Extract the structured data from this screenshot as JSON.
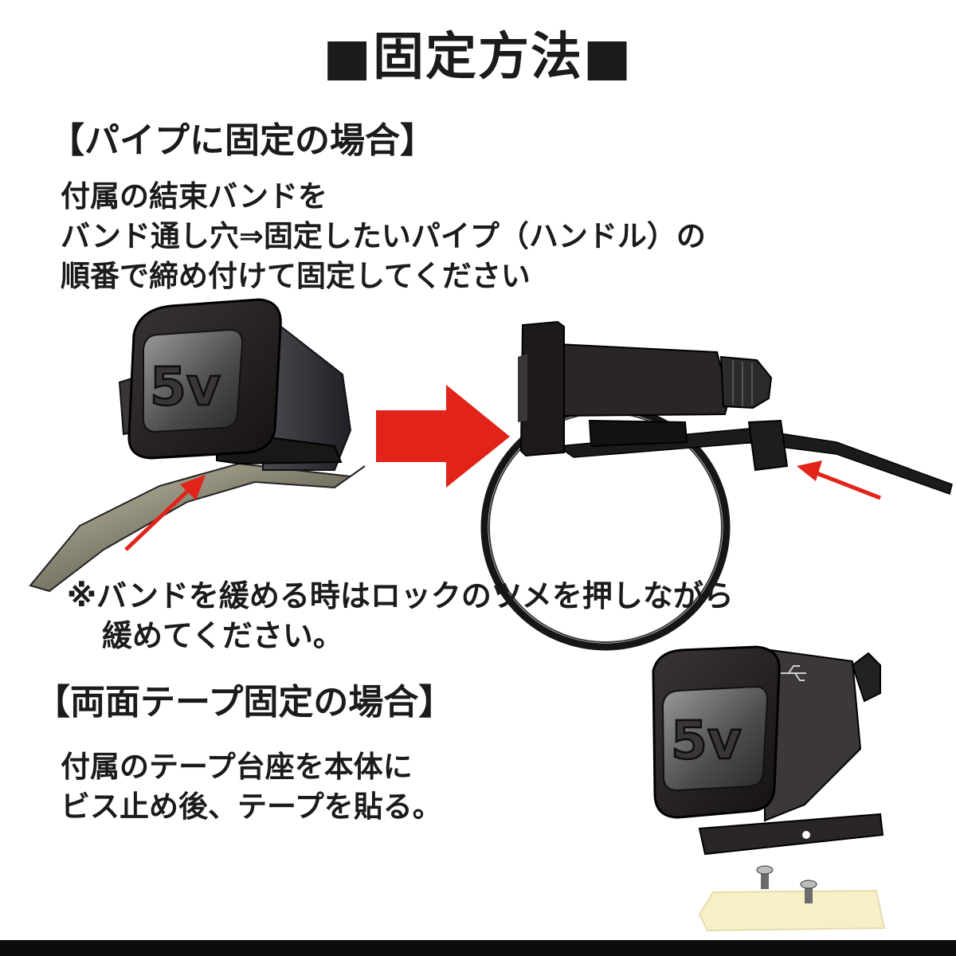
{
  "title": "■固定方法■",
  "pipe_section": {
    "heading": "【パイプに固定の場合】",
    "lines": [
      "付属の結束バンドを",
      "バンド通し穴⇒固定したいパイプ（ハンドル）の",
      "順番で締め付けて固定してください"
    ]
  },
  "note": {
    "lines": [
      "※バンドを緩める時はロックのツメを押しながら",
      "緩めてください。"
    ]
  },
  "tape_section": {
    "heading": "【両面テープ固定の場合】",
    "lines": [
      "付属のテープ台座を本体に",
      "ビス止め後、テープを貼る。"
    ]
  },
  "device_label": "5v",
  "colors": {
    "arrow_red": "#e2231a",
    "device_body": "#2a2526",
    "tape_pad": "#f7efc6",
    "text": "#1b1b1b"
  },
  "icons": [
    "arrow-right-icon",
    "usb-icon"
  ]
}
